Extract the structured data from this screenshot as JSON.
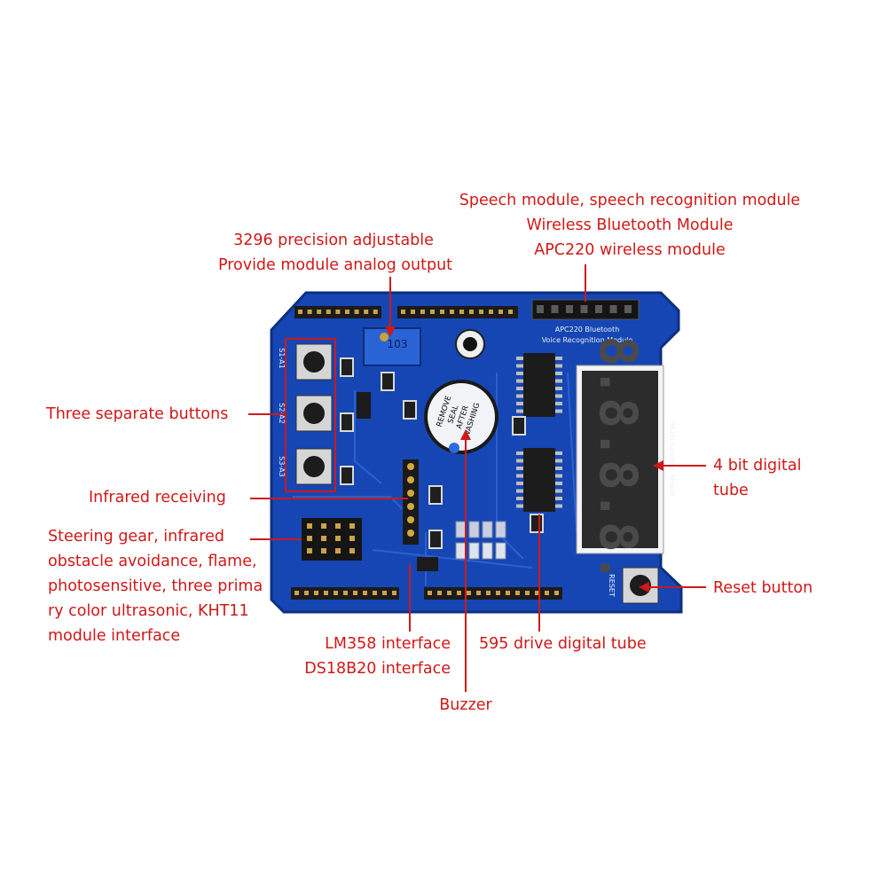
{
  "labels": {
    "speech_module": "Speech module, speech recognition module",
    "wireless_bluetooth": "Wireless Bluetooth Module",
    "apc220_wireless": "APC220 wireless module",
    "precision_adjustable": "3296 precision adjustable",
    "analog_output": "Provide module analog output",
    "three_buttons": "Three separate buttons",
    "infrared_receiving": "Infrared receiving",
    "steering_line1": "Steering gear, infrared",
    "steering_line2": "obstacle avoidance, flame,",
    "steering_line3": "photosensitive, three prima",
    "steering_line4": "ry color ultrasonic, KHT11",
    "steering_line5": "module interface",
    "lm358": "LM358 interface",
    "ds18b20": "DS18B20 interface",
    "buzzer": "Buzzer",
    "drive_595": "595 drive digital tube",
    "digital_tube_line1": "4 bit digital",
    "digital_tube_line2": "tube",
    "reset_button": "Reset button"
  },
  "board": {
    "color": "#1646b4",
    "apc_label_1": "APC220 Bluetooth",
    "apc_label_2": "Voice Recognition Module",
    "pot_text": "103",
    "s1": "S1-A1",
    "s2": "S2-A2",
    "s3": "S3-A3",
    "reset": "RESET",
    "shield_name": "Multi-function Shield",
    "buzzer_text_1": "REMOVE",
    "buzzer_text_2": "SEAL",
    "buzzer_text_3": "AFTER",
    "buzzer_text_4": "WASHING",
    "display_digits": "8.8.8.8."
  },
  "colors": {
    "label": "#d01818",
    "line": "#d01818",
    "board": "#1646b4",
    "silk": "#e8eefc"
  }
}
